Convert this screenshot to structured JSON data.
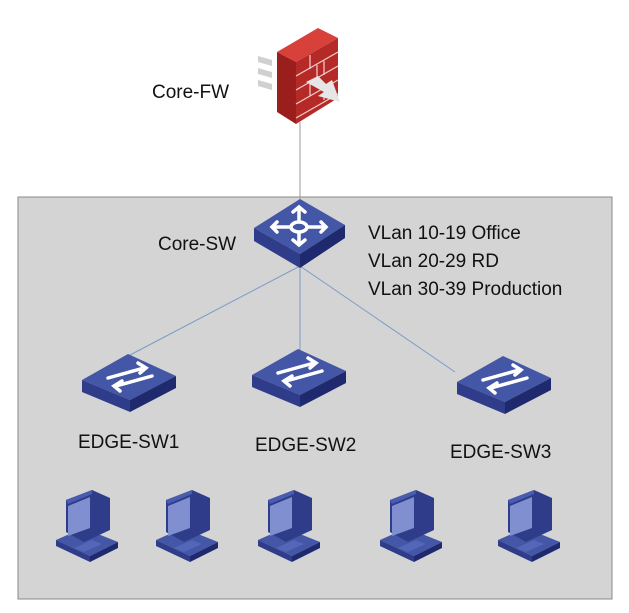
{
  "nodes": {
    "firewall": {
      "label": "Core-FW",
      "icon": "firewall-icon"
    },
    "core_switch": {
      "label": "Core-SW",
      "icon": "layer3-switch-icon"
    },
    "edge_switches": [
      {
        "label": "EDGE-SW1",
        "icon": "switch-icon"
      },
      {
        "label": "EDGE-SW2",
        "icon": "switch-icon"
      },
      {
        "label": "EDGE-SW3",
        "icon": "switch-icon"
      }
    ],
    "pcs_count_icon": "pc-icon"
  },
  "vlans": [
    "VLan 10-19  Office",
    "VLan 20-29 RD",
    "VLan 30-39 Production"
  ],
  "colors": {
    "device_blue": "#3b4a9e",
    "firewall_red": "#b52a26",
    "zone_fill": "#d4d4d4",
    "link": "#7a9cc8"
  }
}
